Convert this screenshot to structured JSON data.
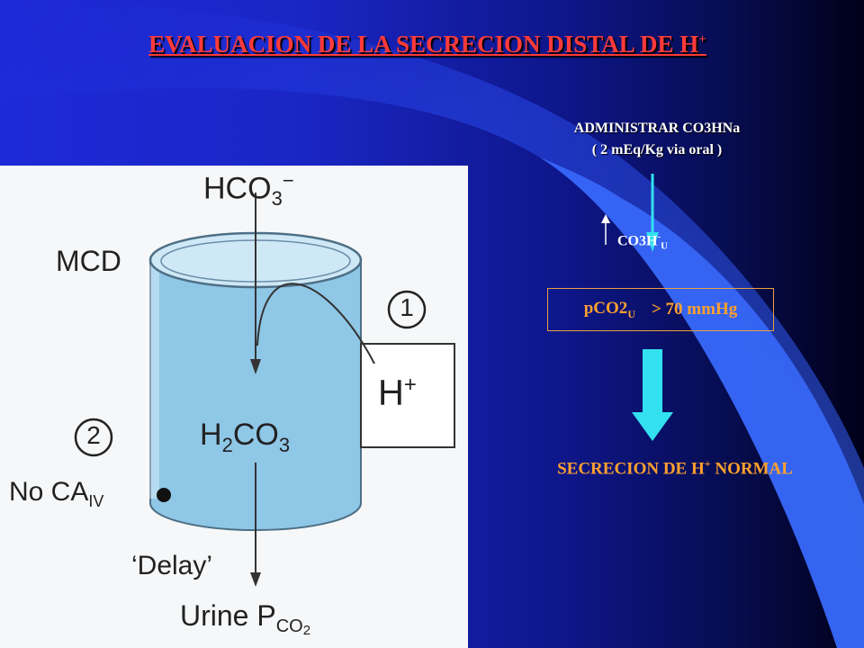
{
  "title": {
    "main": "EVALUACION DE LA SECRECION DISTAL DE H",
    "sup": "+"
  },
  "admin": {
    "line1": "ADMINISTRAR CO3HNa",
    "line2": "( 2 mEq/Kg via oral )"
  },
  "urine_bicarb": {
    "main": "CO3H",
    "sup": "-",
    "sub": "U"
  },
  "pco2": {
    "main": "pCO2",
    "sub": "U",
    "value": "> 70 mmHg"
  },
  "result": {
    "pre": "SECRECION DE H",
    "sup": "+",
    "post": " NORMAL"
  },
  "diagram": {
    "hco3": "HCO",
    "hco3_sub": "3",
    "hco3_sup": "−",
    "mcd": "MCD",
    "step1": "1",
    "h_plus": "H",
    "h_plus_sup": "+",
    "step2": "2",
    "h2co3_a": "H",
    "h2co3_sub": "2",
    "h2co3_b": "CO",
    "h2co3_sub2": "3",
    "no_ca": "No CA",
    "no_ca_sub": "IV",
    "delay": "‘Delay’",
    "urine": "Urine P",
    "urine_sub": "CO",
    "urine_sub2": "2"
  },
  "colors": {
    "title": "#ff3a3a",
    "accent": "#ffa12e",
    "arrow": "#33e0f0",
    "swoosh": "#2d58f0",
    "cylinder": "#8fc7e6",
    "cylinder_top": "#cfe8f5"
  }
}
